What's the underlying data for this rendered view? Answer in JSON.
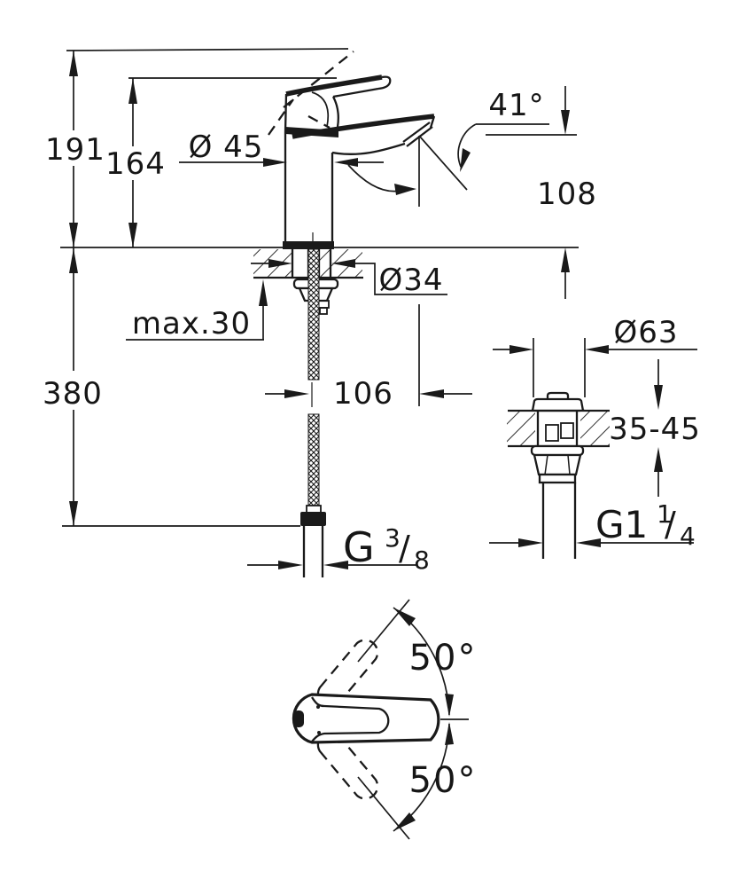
{
  "drawing": {
    "side_view": {
      "overall_height": "191",
      "spout_top_height": "164",
      "body_diameter": "Ø 45",
      "outlet_angle": "41°",
      "outlet_height": "108",
      "max_counter_thickness": "max.30",
      "shank_hole_diameter": "Ø34",
      "hose_length_below": "380",
      "spout_projection": "106",
      "supply_thread": {
        "prefix": "G",
        "numerator": "3",
        "slash": "/",
        "denominator": "8"
      }
    },
    "waste_view": {
      "flange_diameter": "Ø63",
      "counter_thickness_range": "35-45",
      "waste_thread": {
        "prefix": "G1",
        "numerator": "1",
        "slash": "/",
        "denominator": "4"
      }
    },
    "top_view": {
      "handle_swing_up": "50°",
      "handle_swing_down": "50°"
    }
  }
}
